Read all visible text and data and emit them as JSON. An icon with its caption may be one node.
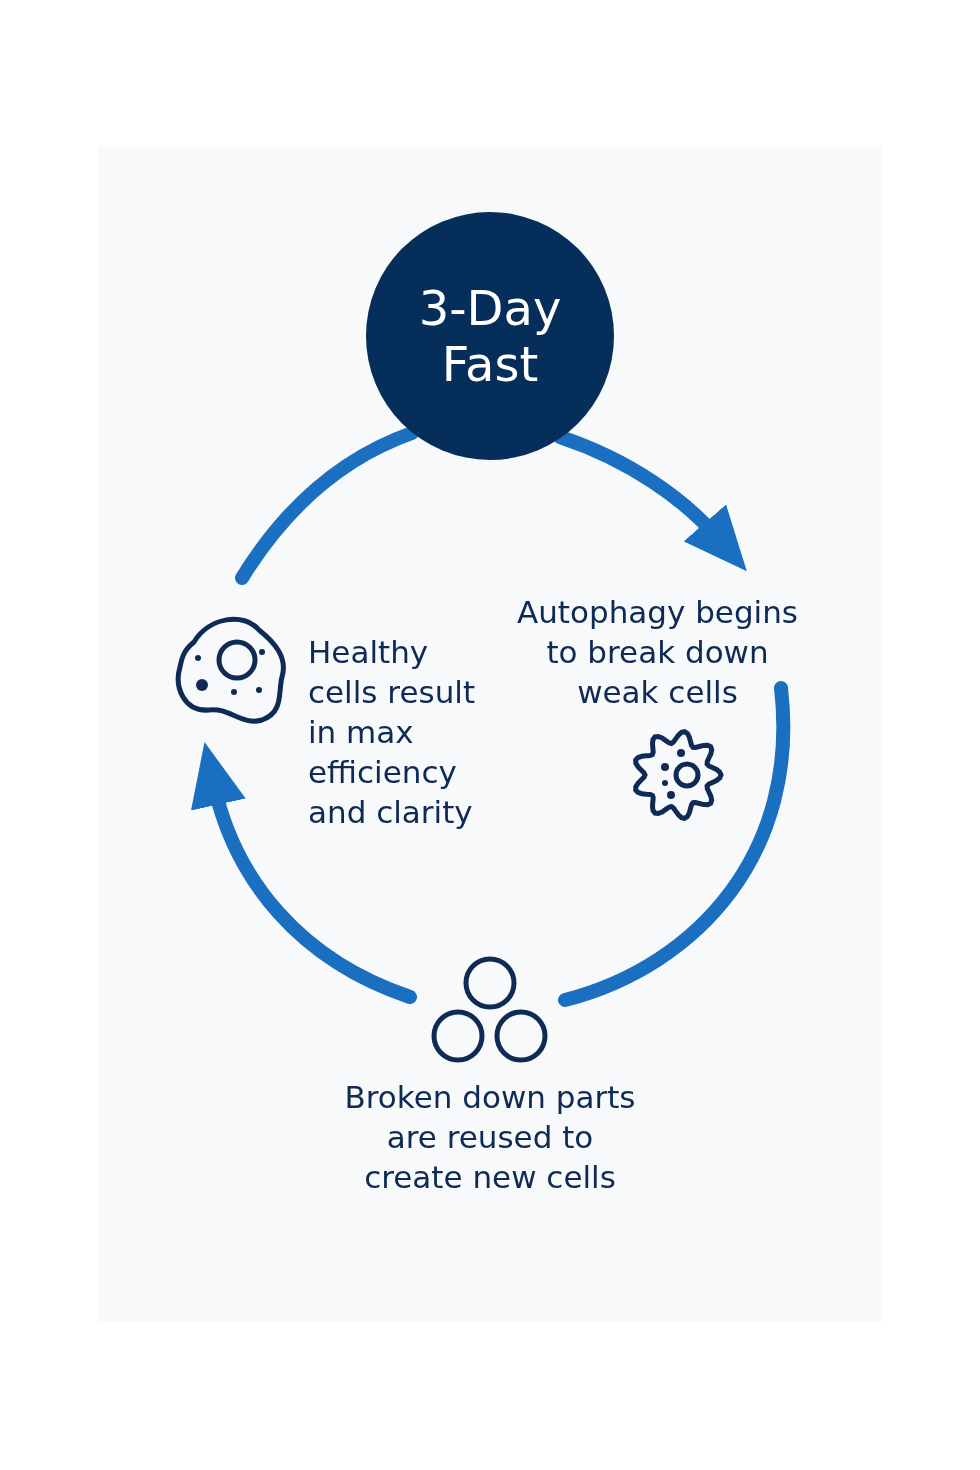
{
  "diagram": {
    "nodes": [
      {
        "text": [
          "3-Day Fast"
        ]
      },
      {
        "text": [
          "Autophagy begins to break down weak cells"
        ]
      },
      {
        "text": [
          "Broken down parts are reused to create new cells"
        ]
      },
      {
        "text": [
          "Healthy cells result in max efficiency and clarity"
        ]
      }
    ],
    "edges": [
      {
        "from": 0,
        "to": 1,
        "arrow": "to"
      },
      {
        "from": 1,
        "to": 2,
        "arrow": "none"
      },
      {
        "from": 2,
        "to": 3,
        "arrow": "to"
      },
      {
        "from": 3,
        "to": 0,
        "arrow": "none"
      }
    ]
  }
}
